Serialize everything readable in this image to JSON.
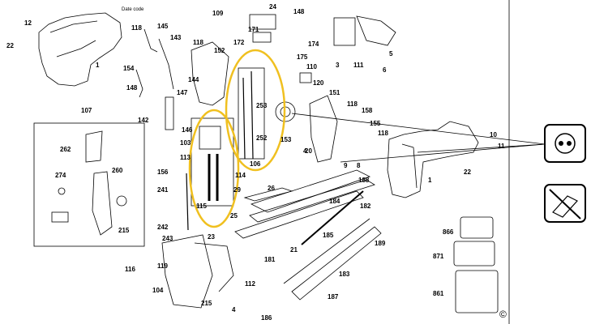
{
  "date_code": "Date code",
  "copyright": "©",
  "labels": [
    "12",
    "22",
    "1",
    "118",
    "145",
    "143",
    "154",
    "148",
    "147",
    "109",
    "24",
    "148",
    "171",
    "172",
    "174",
    "175",
    "118",
    "152",
    "144",
    "110",
    "120",
    "153",
    "151",
    "118",
    "158",
    "155",
    "118",
    "10",
    "11",
    "1",
    "22",
    "107",
    "262",
    "260",
    "274",
    "215",
    "116",
    "142",
    "146",
    "103",
    "113",
    "106",
    "253",
    "252",
    "156",
    "241",
    "242",
    "243",
    "114",
    "115",
    "3",
    "111",
    "5",
    "6",
    "4",
    "9",
    "8",
    "188",
    "26",
    "29",
    "25",
    "184",
    "182",
    "23",
    "21",
    "185",
    "189",
    "181",
    "112",
    "183",
    "187",
    "119",
    "104",
    "215",
    "4",
    "186",
    "866",
    "871",
    "861",
    "20"
  ],
  "icons": [
    "twin-hole-plug-icon",
    "no-tool-crossed-icon"
  ]
}
